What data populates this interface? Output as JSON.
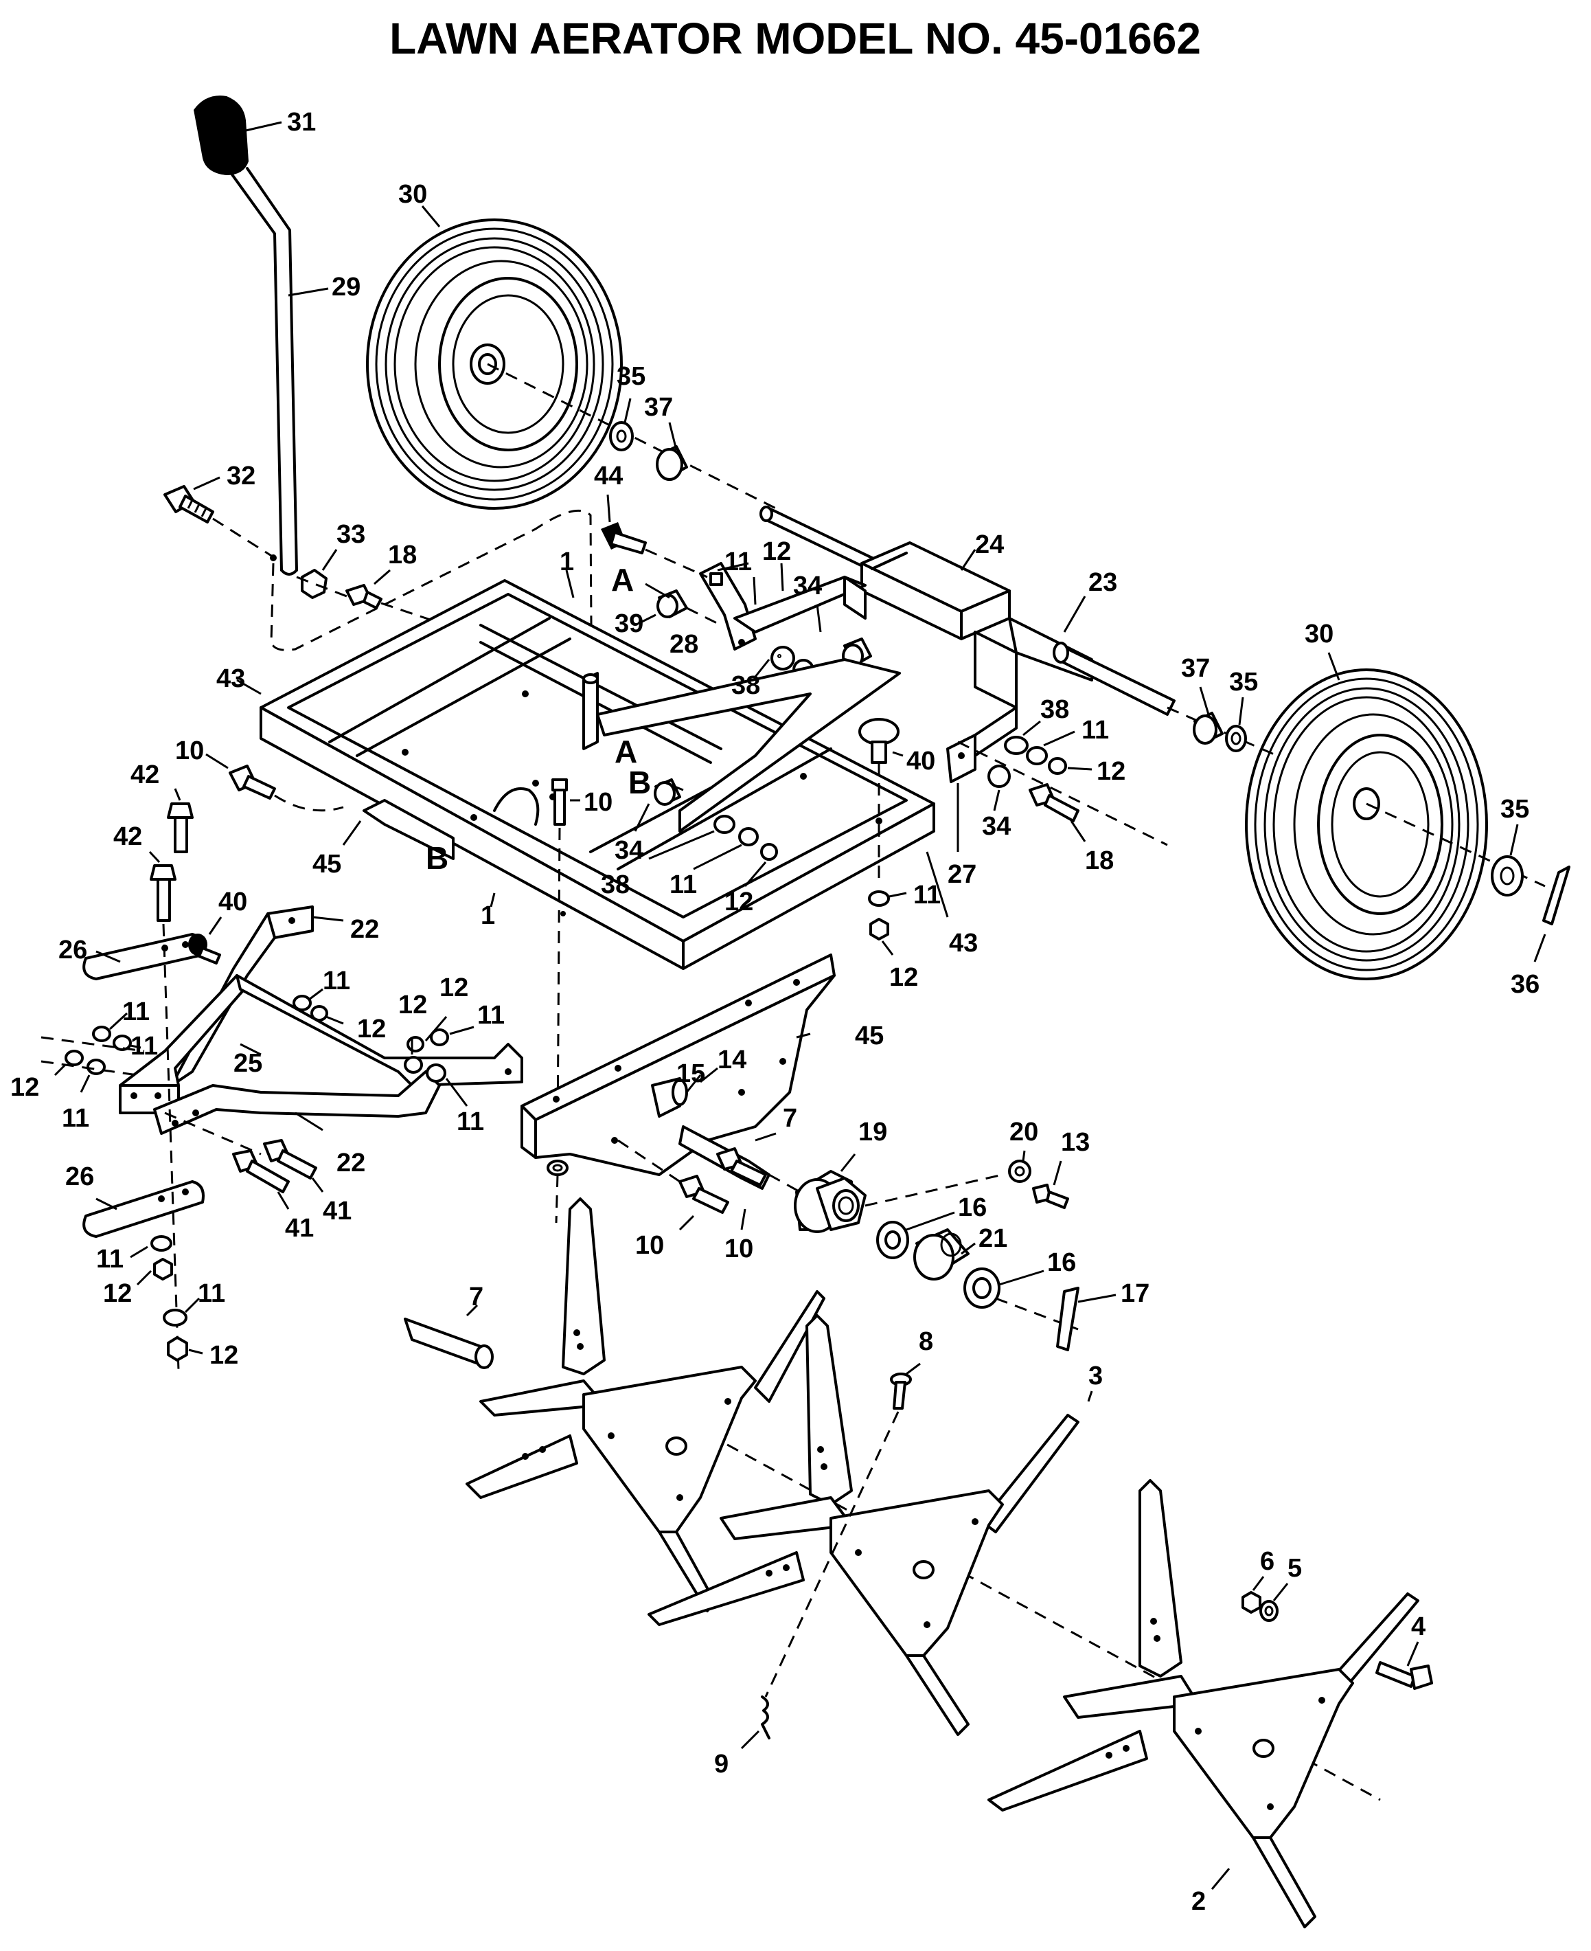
{
  "title": "LAWN AERATOR MODEL NO. 45-01662",
  "callouts": [
    {
      "id": "c31",
      "text": "31"
    },
    {
      "id": "c30a",
      "text": "30"
    },
    {
      "id": "c29",
      "text": "29"
    },
    {
      "id": "c35a",
      "text": "35"
    },
    {
      "id": "c37a",
      "text": "37"
    },
    {
      "id": "c32",
      "text": "32"
    },
    {
      "id": "c44",
      "text": "44"
    },
    {
      "id": "c33",
      "text": "33"
    },
    {
      "id": "c18a",
      "text": "18"
    },
    {
      "id": "c1a",
      "text": "1"
    },
    {
      "id": "c11a",
      "text": "11"
    },
    {
      "id": "c12a",
      "text": "12"
    },
    {
      "id": "c34a",
      "text": "34"
    },
    {
      "id": "c24",
      "text": "24"
    },
    {
      "id": "c23",
      "text": "23"
    },
    {
      "id": "c39",
      "text": "39"
    },
    {
      "id": "c28",
      "text": "28"
    },
    {
      "id": "c38a",
      "text": "38"
    },
    {
      "id": "c30b",
      "text": "30"
    },
    {
      "id": "c37b",
      "text": "37"
    },
    {
      "id": "c35b",
      "text": "35"
    },
    {
      "id": "c43a",
      "text": "43"
    },
    {
      "id": "c38b",
      "text": "38"
    },
    {
      "id": "c11b",
      "text": "11"
    },
    {
      "id": "c40a",
      "text": "40"
    },
    {
      "id": "c12b",
      "text": "12"
    },
    {
      "id": "c10a",
      "text": "10"
    },
    {
      "id": "c10b",
      "text": "10"
    },
    {
      "id": "c34b",
      "text": "34"
    },
    {
      "id": "c35c",
      "text": "35"
    },
    {
      "id": "c42a",
      "text": "42"
    },
    {
      "id": "c34c",
      "text": "34"
    },
    {
      "id": "c18b",
      "text": "18"
    },
    {
      "id": "c45a",
      "text": "45"
    },
    {
      "id": "c38c",
      "text": "38"
    },
    {
      "id": "c11c",
      "text": "11"
    },
    {
      "id": "c12c",
      "text": "12"
    },
    {
      "id": "c27",
      "text": "27"
    },
    {
      "id": "c42b",
      "text": "42"
    },
    {
      "id": "c11d",
      "text": "11"
    },
    {
      "id": "c1b",
      "text": "1"
    },
    {
      "id": "c43b",
      "text": "43"
    },
    {
      "id": "c40b",
      "text": "40"
    },
    {
      "id": "c22a",
      "text": "22"
    },
    {
      "id": "c26a",
      "text": "26"
    },
    {
      "id": "c12d",
      "text": "12"
    },
    {
      "id": "c36",
      "text": "36"
    },
    {
      "id": "c11e",
      "text": "11"
    },
    {
      "id": "c12e",
      "text": "12"
    },
    {
      "id": "c12f",
      "text": "12"
    },
    {
      "id": "c12g",
      "text": "12"
    },
    {
      "id": "c11f",
      "text": "11"
    },
    {
      "id": "c11g",
      "text": "11"
    },
    {
      "id": "c45b",
      "text": "45"
    },
    {
      "id": "c11h",
      "text": "11"
    },
    {
      "id": "c25",
      "text": "25"
    },
    {
      "id": "c12h",
      "text": "12"
    },
    {
      "id": "c11i",
      "text": "11"
    },
    {
      "id": "c14",
      "text": "14"
    },
    {
      "id": "c15",
      "text": "15"
    },
    {
      "id": "c11j",
      "text": "11"
    },
    {
      "id": "c7a",
      "text": "7"
    },
    {
      "id": "c19",
      "text": "19"
    },
    {
      "id": "c20",
      "text": "20"
    },
    {
      "id": "c13",
      "text": "13"
    },
    {
      "id": "c22b",
      "text": "22"
    },
    {
      "id": "c41a",
      "text": "41"
    },
    {
      "id": "c41b",
      "text": "41"
    },
    {
      "id": "c26b",
      "text": "26"
    },
    {
      "id": "c16a",
      "text": "16"
    },
    {
      "id": "c10c",
      "text": "10"
    },
    {
      "id": "c10d",
      "text": "10"
    },
    {
      "id": "c21",
      "text": "21"
    },
    {
      "id": "c11k",
      "text": "11"
    },
    {
      "id": "c16b",
      "text": "16"
    },
    {
      "id": "c12i",
      "text": "12"
    },
    {
      "id": "c11l",
      "text": "11"
    },
    {
      "id": "c17",
      "text": "17"
    },
    {
      "id": "c7b",
      "text": "7"
    },
    {
      "id": "c12j",
      "text": "12"
    },
    {
      "id": "c8",
      "text": "8"
    },
    {
      "id": "c3",
      "text": "3"
    },
    {
      "id": "c6",
      "text": "6"
    },
    {
      "id": "c5",
      "text": "5"
    },
    {
      "id": "c4",
      "text": "4"
    },
    {
      "id": "c9",
      "text": "9"
    },
    {
      "id": "c2",
      "text": "2"
    }
  ],
  "reference_marks": [
    {
      "id": "rA1",
      "text": "A"
    },
    {
      "id": "rA2",
      "text": "A"
    },
    {
      "id": "rB1",
      "text": "B"
    },
    {
      "id": "rB2",
      "text": "B"
    }
  ]
}
